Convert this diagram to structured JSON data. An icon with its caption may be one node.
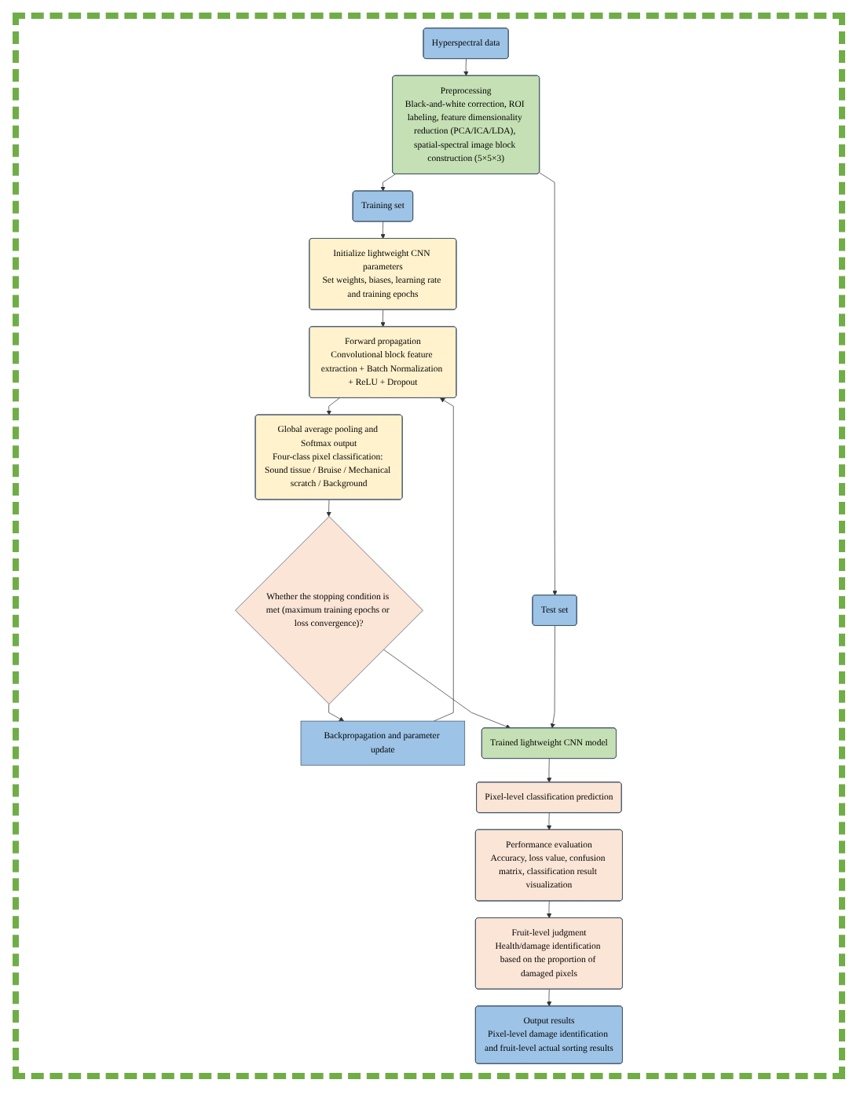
{
  "diagram": {
    "nodes": [
      {
        "text": [
          "Hyperspectral data"
        ]
      },
      {
        "text": [
          "Preprocessing",
          "Black-and-white correction, ROI labeling, feature dimensionality reduction (PCA/ICA/LDA), spatial-spectral image block construction (5×5×3)"
        ]
      },
      {
        "text": [
          "Training set"
        ]
      },
      {
        "text": [
          "Test set"
        ]
      },
      {
        "text": [
          "Initialize lightweight CNN parameters",
          "Set weights, biases, learning rate and training epochs"
        ]
      },
      {
        "text": [
          "Forward propagation",
          "Convolutional block feature extraction + Batch Normalization + ReLU + Dropout"
        ]
      },
      {
        "text": [
          "Global average pooling and Softmax output",
          "Four-class pixel classification: Sound tissue / Bruise / Mechanical scratch / Background"
        ]
      },
      {
        "text": [
          "Whether the stopping condition is met (maximum training epochs or loss convergence)?"
        ]
      },
      {
        "text": [
          "Backpropagation and parameter update"
        ]
      },
      {
        "text": [
          "Trained lightweight CNN model"
        ]
      },
      {
        "text": [
          "Pixel-level classification prediction"
        ]
      },
      {
        "text": [
          "Performance evaluation",
          "Accuracy, loss value, confusion matrix, classification result visualization"
        ]
      },
      {
        "text": [
          "Fruit-level judgment",
          "Health/damage identification based on the proportion of damaged pixels"
        ]
      },
      {
        "text": [
          "Output results",
          "Pixel-level damage identification and fruit-level actual sorting results"
        ]
      }
    ],
    "edges": [
      {
        "from": 0,
        "to": 1,
        "arrow": "to"
      },
      {
        "from": 1,
        "to": 2,
        "arrow": "to"
      },
      {
        "from": 1,
        "to": 3,
        "arrow": "to"
      },
      {
        "from": 2,
        "to": 4,
        "arrow": "to"
      },
      {
        "from": 4,
        "to": 5,
        "arrow": "to"
      },
      {
        "from": 5,
        "to": 6,
        "arrow": "to"
      },
      {
        "from": 6,
        "to": 7,
        "arrow": "to"
      },
      {
        "from": 7,
        "to": 8,
        "arrow": "to"
      },
      {
        "from": 8,
        "to": 5,
        "arrow": "to"
      },
      {
        "from": 7,
        "to": 9,
        "arrow": "to"
      },
      {
        "from": 3,
        "to": 9,
        "arrow": "to"
      },
      {
        "from": 9,
        "to": 10,
        "arrow": "to"
      },
      {
        "from": 10,
        "to": 11,
        "arrow": "to"
      },
      {
        "from": 11,
        "to": 12,
        "arrow": "to"
      },
      {
        "from": 12,
        "to": 13,
        "arrow": "to"
      }
    ]
  }
}
